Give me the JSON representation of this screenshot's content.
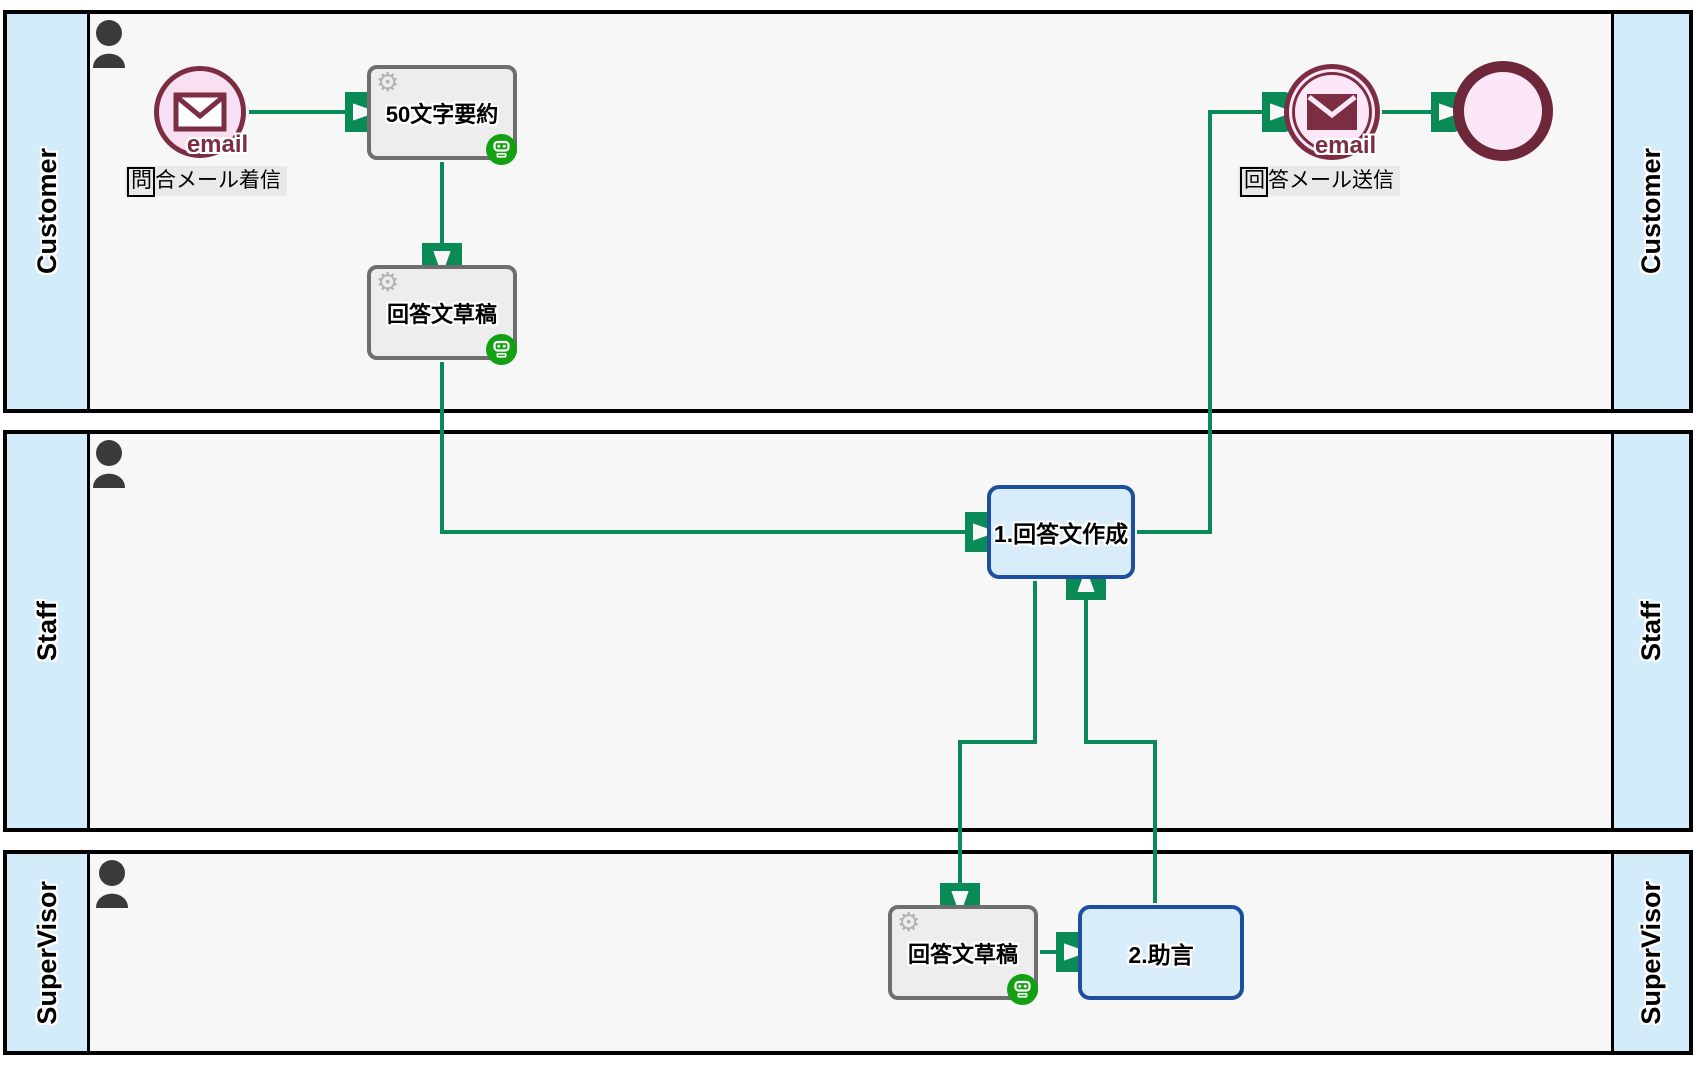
{
  "pools": [
    {
      "id": "customer",
      "label": "Customer"
    },
    {
      "id": "staff",
      "label": "Staff"
    },
    {
      "id": "supervisor",
      "label": "SuperVisor"
    }
  ],
  "nodes": {
    "start_event": {
      "type": "message-start-event",
      "caption": "email",
      "annotation": "問合メール着信"
    },
    "task_summary": {
      "type": "service-task",
      "label": "50文字要約"
    },
    "task_draft_customer": {
      "type": "service-task",
      "label": "回答文草稿"
    },
    "task_create_reply": {
      "type": "user-task",
      "label": "1.回答文作成"
    },
    "task_draft_supervisor": {
      "type": "service-task",
      "label": "回答文草稿"
    },
    "task_advice": {
      "type": "user-task",
      "label": "2.助言"
    },
    "send_event": {
      "type": "message-throw-event",
      "caption": "email",
      "annotation": "回答メール送信"
    },
    "end_event": {
      "type": "end-event"
    }
  },
  "icons": {
    "gear": "⚙"
  },
  "colors": {
    "flow_green": "#0a8a57",
    "event_maroon": "#7c2d42",
    "event_pink": "#fbe7f7",
    "task_gray_fill": "#ededed",
    "task_gray_border": "#6e6e6e",
    "task_blue_fill": "#d8edf9",
    "task_blue_border": "#1d4f9e",
    "badge_green": "#13a113",
    "lane_band_blue": "#d2ecfa",
    "lane_background": "#f7f7f7",
    "annotation_background": "#e9e9e9"
  }
}
